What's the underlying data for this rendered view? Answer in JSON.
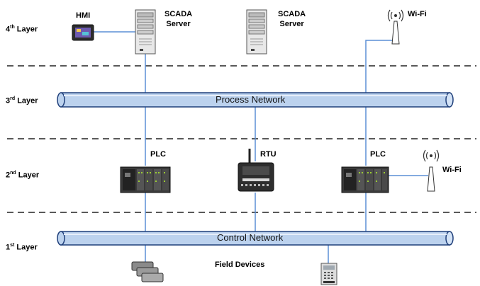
{
  "layers": [
    {
      "num": "4",
      "suffix": "th",
      "word": "Layer"
    },
    {
      "num": "3",
      "suffix": "rd",
      "word": "Layer"
    },
    {
      "num": "2",
      "suffix": "nd",
      "word": "Layer"
    },
    {
      "num": "1",
      "suffix": "st",
      "word": "Layer"
    }
  ],
  "networks": {
    "process": "Process Network",
    "control": "Control Network"
  },
  "devices": {
    "hmi": "HMI",
    "scada_1": [
      "SCADA",
      "Server"
    ],
    "scada_2": [
      "SCADA",
      "Server"
    ],
    "wifi_top": "Wi-Fi",
    "plc_left": "PLC",
    "rtu": "RTU",
    "plc_right": "PLC",
    "wifi_mid": "Wi-Fi",
    "field_devices": "Field Devices"
  },
  "colors": {
    "pipe_fill": "#bcd2ee",
    "pipe_stroke": "#1f3f7a",
    "wire": "#5b8fd6",
    "divider": "#222222"
  }
}
